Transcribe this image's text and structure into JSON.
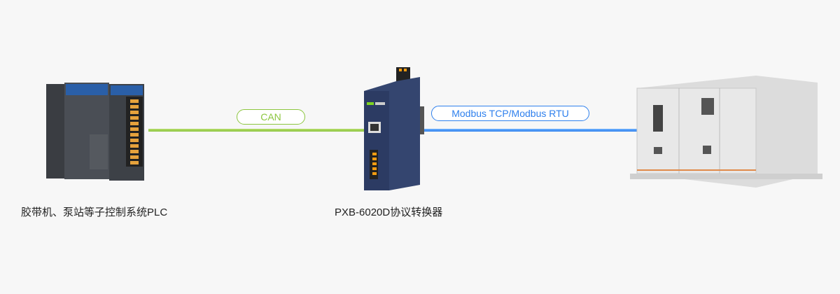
{
  "links": {
    "can": {
      "label": "CAN",
      "color": "#8cc63f"
    },
    "modbus": {
      "label": "Modbus TCP/Modbus RTU",
      "color": "#2f80ed"
    }
  },
  "devices": {
    "plc": {
      "caption": "胶带机、泵站等子控制系统PLC"
    },
    "converter": {
      "caption": "PXB-6020D协议转换器"
    },
    "cabinet": {
      "caption": ""
    }
  }
}
